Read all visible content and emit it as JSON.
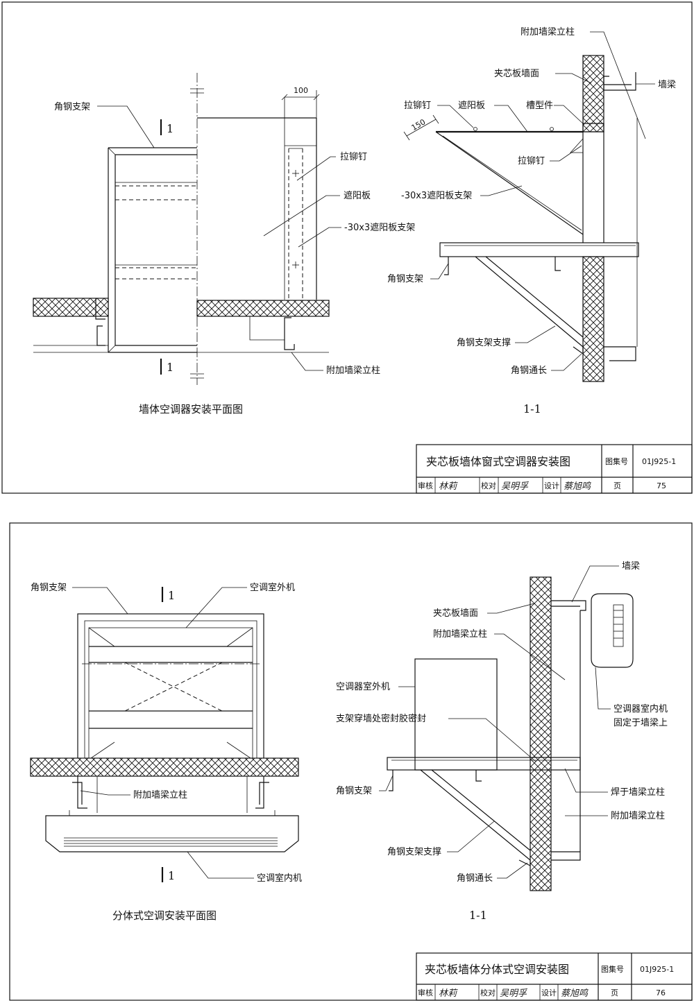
{
  "sheet75": {
    "plan": {
      "caption": "墙体空调器安装平面图",
      "section_mark": "1",
      "dim": "100",
      "labels": {
        "angle_bracket": "角钢支架",
        "rivet": "拉铆钉",
        "sunshade": "遮阳板",
        "sunshade_bracket": "-30x3遮阳板支架",
        "extra_column": "附加墙梁立柱"
      }
    },
    "section": {
      "caption": "1-1",
      "dim": "150",
      "labels": {
        "extra_column": "附加墙梁立柱",
        "wall_panel": "夹芯板墙面",
        "wall_beam": "墙梁",
        "rivet_a": "拉铆钉",
        "sunshade": "遮阳板",
        "channel": "槽型件",
        "rivet_b": "拉铆钉",
        "sunshade_bracket": "-30x3遮阳板支架",
        "angle_bracket": "角钢支架",
        "angle_brace": "角钢支架支撑",
        "angle_through": "角钢通长"
      }
    },
    "titleblock": {
      "title": "夹芯板墙体窗式空调器安装图",
      "atlas_label": "图集号",
      "atlas_no": "01J925-1",
      "review": "审核",
      "review_sig": "林莉",
      "check": "校对",
      "check_sig": "吴明孚",
      "design": "设计",
      "design_sig": "蔡旭鸣",
      "page_label": "页",
      "page_no": "75"
    }
  },
  "sheet76": {
    "plan": {
      "caption": "分体式空调安装平面图",
      "section_mark": "1",
      "labels": {
        "angle_bracket": "角钢支架",
        "outdoor_unit": "空调室外机",
        "extra_column": "附加墙梁立柱",
        "indoor_unit": "空调室内机"
      }
    },
    "section": {
      "caption": "1-1",
      "labels": {
        "wall_beam": "墙梁",
        "wall_panel": "夹芯板墙面",
        "extra_column_a": "附加墙梁立柱",
        "outdoor_unit": "空调器室外机",
        "indoor_unit_l1": "空调器室内机",
        "indoor_unit_l2": "固定于墙梁上",
        "seal": "支架穿墙处密封胶密封",
        "angle_bracket": "角钢支架",
        "welded": "焊于墙梁立柱",
        "extra_column_b": "附加墙梁立柱",
        "angle_brace": "角钢支架支撑",
        "angle_through": "角钢通长"
      }
    },
    "titleblock": {
      "title": "夹芯板墙体分体式空调安装图",
      "atlas_label": "图集号",
      "atlas_no": "01J925-1",
      "review": "审核",
      "review_sig": "林莉",
      "check": "校对",
      "check_sig": "吴明孚",
      "design": "设计",
      "design_sig": "蔡旭鸣",
      "page_label": "页",
      "page_no": "76"
    }
  }
}
